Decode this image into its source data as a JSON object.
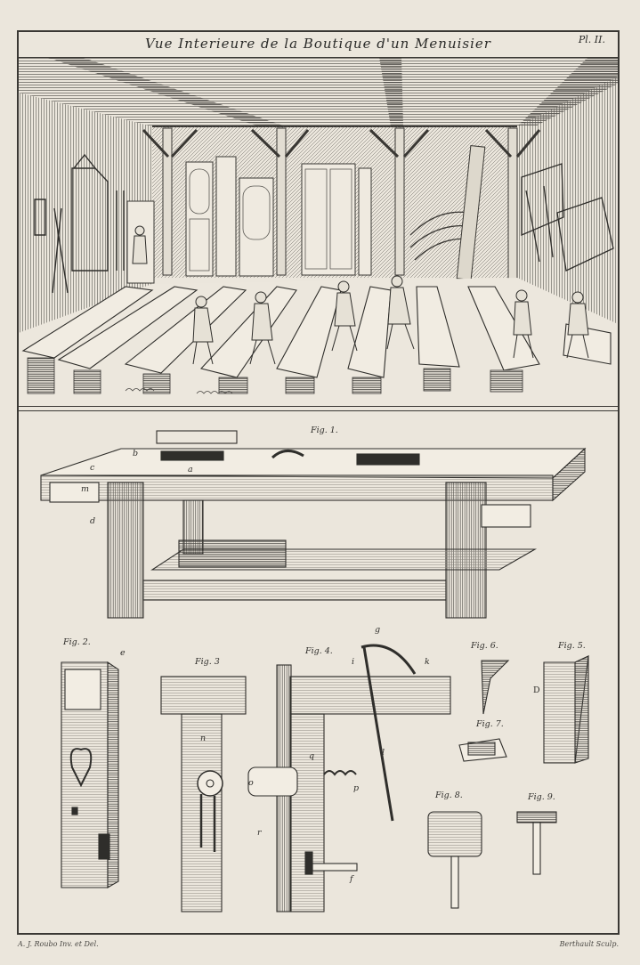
{
  "title": "Vue Interieure de la Boutique d'un Menuisier",
  "plate_number": "Pl. II.",
  "figures": {
    "fig1": "Fig. 1.",
    "fig2": "Fig. 2.",
    "fig3": "Fig. 3",
    "fig4": "Fig. 4.",
    "fig5": "Fig. 5.",
    "fig6": "Fig. 6.",
    "fig7": "Fig. 7.",
    "fig8": "Fig. 8.",
    "fig9": "Fig. 9."
  },
  "letters": {
    "b": "b",
    "a": "a",
    "c": "c",
    "m": "m",
    "d": "d",
    "e": "e",
    "n": "n",
    "o": "o",
    "r": "r",
    "q": "q",
    "p": "p",
    "f": "f",
    "g": "g",
    "i": "i",
    "k": "k",
    "l": "l",
    "D": "D"
  },
  "credits": {
    "left": "A. J. Roubo Inv. et Del.",
    "right": "Berthault Sculp."
  }
}
